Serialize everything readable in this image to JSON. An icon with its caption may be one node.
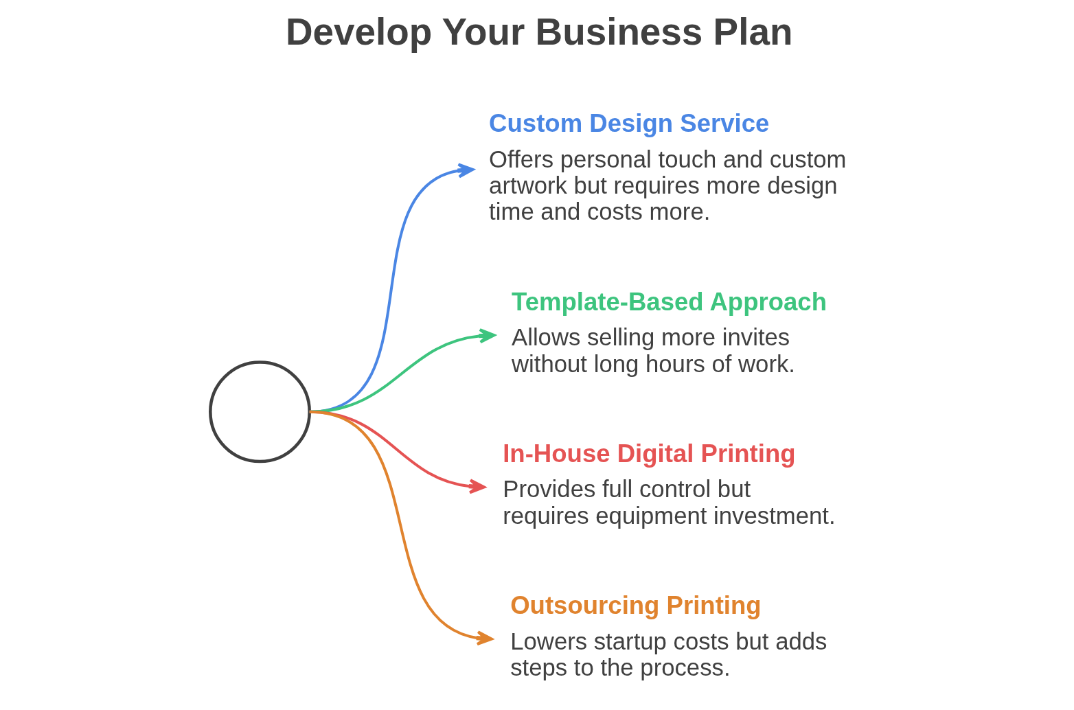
{
  "diagram": {
    "title": "Develop Your Business Plan",
    "nodes": [
      {
        "text": [],
        "shape": "circle"
      },
      {
        "text": [
          "Custom Design Service",
          "Offers personal touch and custom artwork but requires more design time and costs more."
        ]
      },
      {
        "text": [
          "Template-Based Approach",
          "Allows selling more invites without long hours of work."
        ]
      },
      {
        "text": [
          "In-House Digital Printing",
          "Provides full control but requires equipment investment."
        ]
      },
      {
        "text": [
          "Outsourcing Printing",
          "Lowers startup costs but adds steps to the process."
        ]
      }
    ],
    "edges": [
      {
        "from": 0,
        "to": 1,
        "arrow": "to",
        "color": "#4a86e4"
      },
      {
        "from": 0,
        "to": 2,
        "arrow": "to",
        "color": "#3dc47e"
      },
      {
        "from": 0,
        "to": 3,
        "arrow": "to",
        "color": "#e55353"
      },
      {
        "from": 0,
        "to": 4,
        "arrow": "to",
        "color": "#e0832e"
      }
    ]
  }
}
